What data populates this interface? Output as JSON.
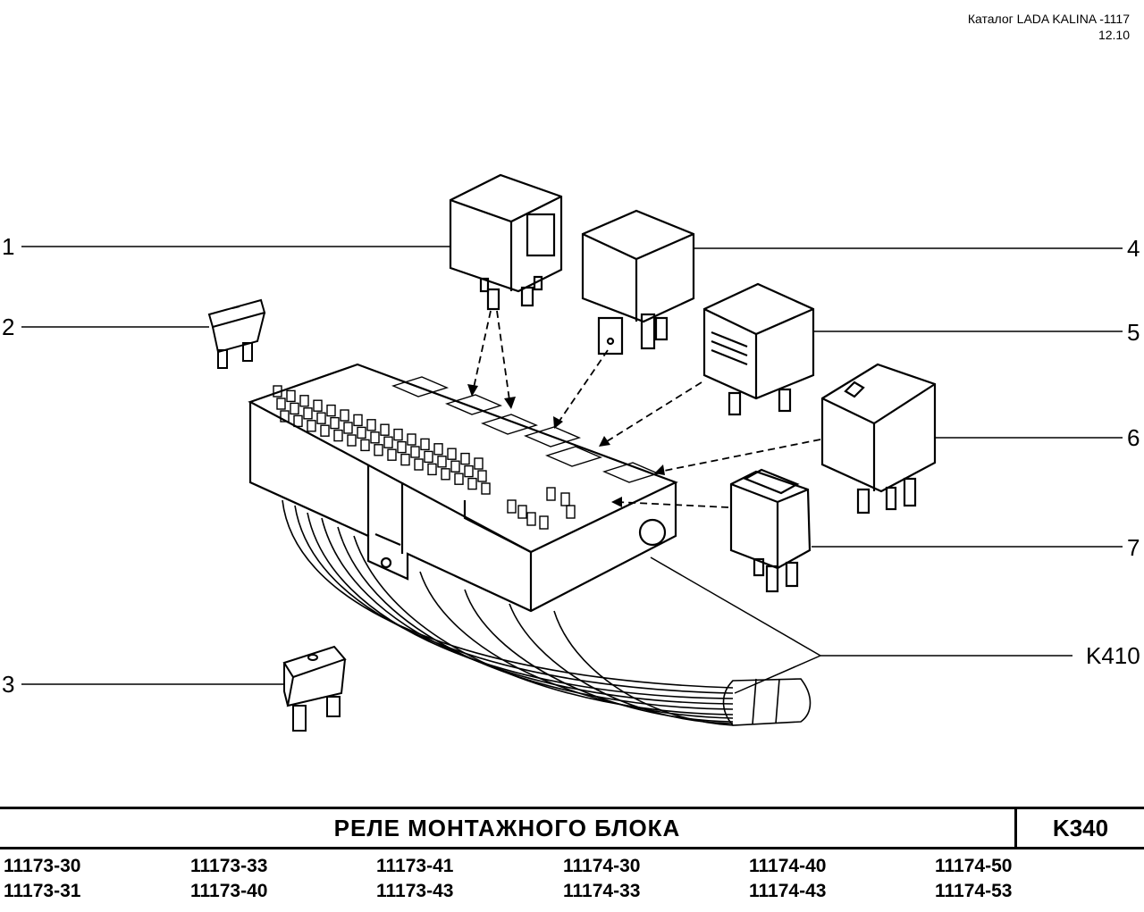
{
  "header": {
    "catalog": "Каталог LADA KALINA -1117",
    "date": "12.10"
  },
  "callouts": {
    "c1": "1",
    "c2": "2",
    "c3": "3",
    "c4": "4",
    "c5": "5",
    "c6": "6",
    "c7": "7",
    "ck": "K410"
  },
  "title": {
    "text": "РЕЛЕ   МОНТАЖНОГО   БЛОКА",
    "code": "K340"
  },
  "codes": {
    "row1": [
      "11173-30",
      "11173-33",
      "11173-41",
      "11174-30",
      "11174-40",
      "11174-50"
    ],
    "row2": [
      "11173-31",
      "11173-40",
      "11173-43",
      "11174-33",
      "11174-43",
      "11174-53"
    ]
  }
}
